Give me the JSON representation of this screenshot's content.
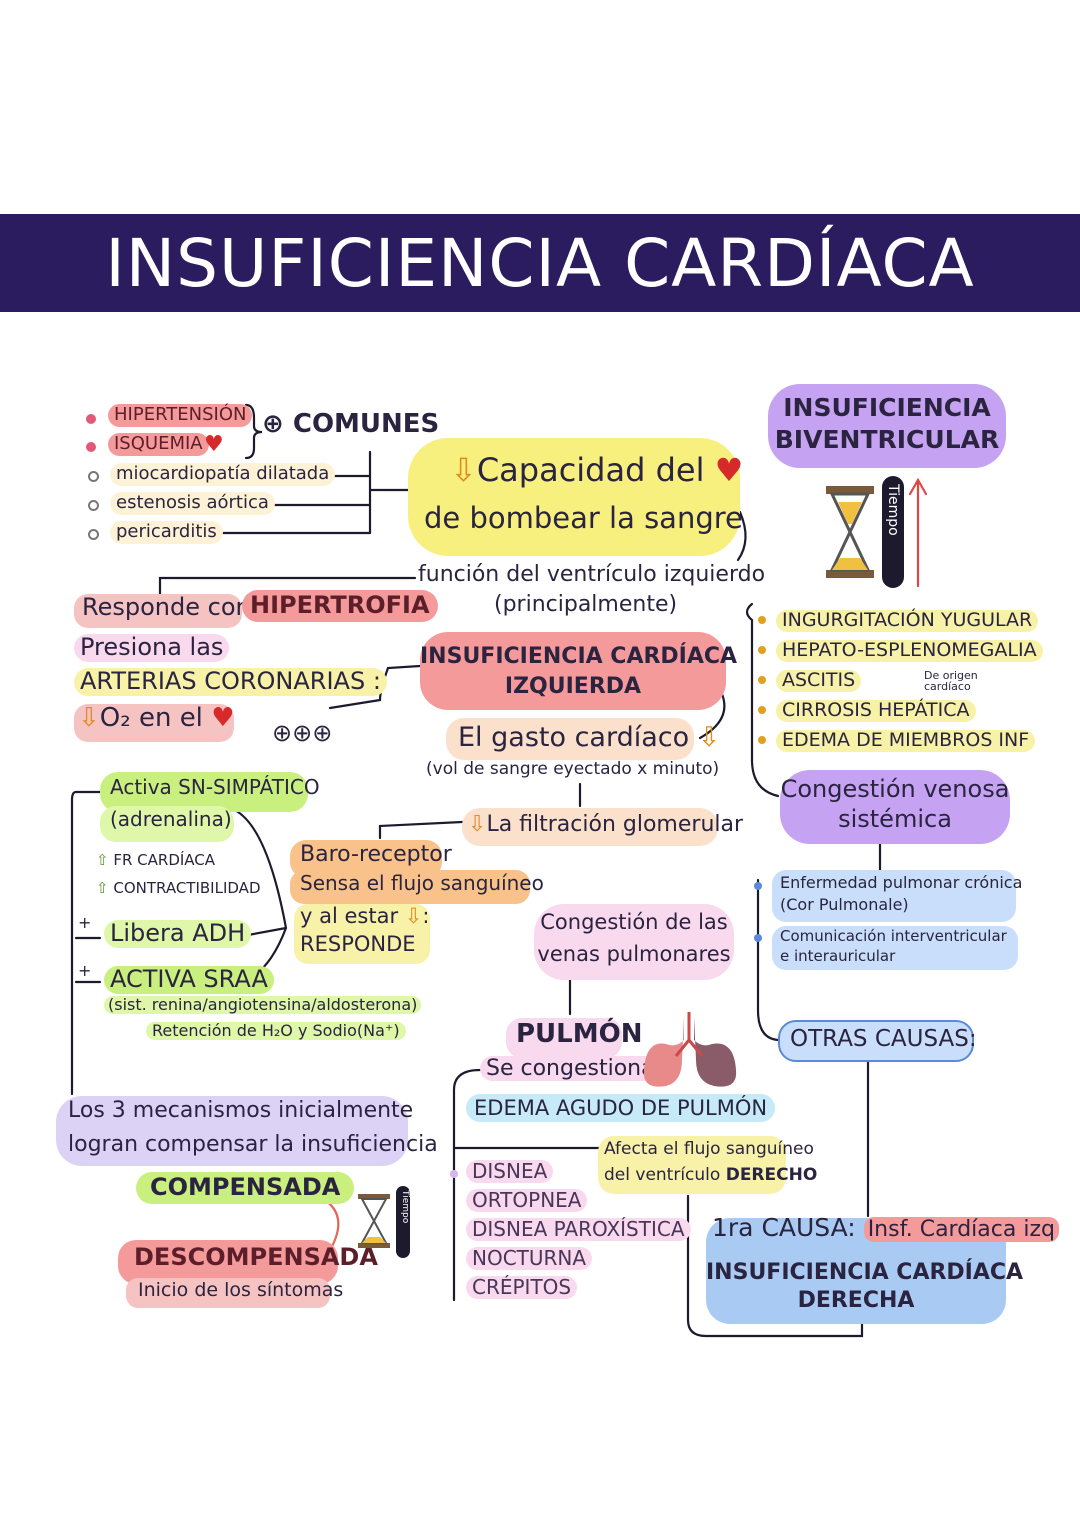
{
  "title": "INSUFICIENCIA CARDÍACA",
  "causes": {
    "common": [
      "HIPERTENSIÓN",
      "ISQUEMIA"
    ],
    "others": [
      "miocardiopatía dilatada",
      "estenosis aórtica",
      "pericarditis"
    ],
    "common_label": "COMUNES"
  },
  "center": {
    "capacity_line1": "Capacidad del",
    "capacity_line2": "de bombear la sangre",
    "function_line1": "función del ventrículo izquierdo",
    "function_line2": "(principalmente)",
    "izq_line1": "INSUFICIENCIA CARDÍACA",
    "izq_line2": "IZQUIERDA",
    "gasto": "El gasto cardíaco",
    "gasto_sub": "(vol de sangre eyectado x minuto)",
    "filtracion": "La filtración glomerular",
    "congestion_line1": "Congestión de las",
    "congestion_line2": "venas pulmonares",
    "pulmon": "PULMÓN",
    "se_congestiona": "Se congestiona",
    "edema": "EDEMA AGUDO DE PULMÓN",
    "afecta_line1": "Afecta el flujo sanguíneo",
    "afecta_line2_a": "del ventrículo",
    "afecta_line2_b": "DERECHO",
    "symptoms": [
      "DISNEA",
      "ORTOPNEA",
      "DISNEA PAROXÍSTICA",
      "NOCTURNA",
      "CRÉPITOS"
    ]
  },
  "left": {
    "responde": "Responde con:",
    "hipertrofia": "HIPERTROFIA",
    "presiona": "Presiona las",
    "arterias": "ARTERIAS CORONARIAS :",
    "o2": "O₂ en el",
    "plus3": "⊕⊕⊕",
    "simpatico_line1": "Activa SN-SIMPÁTICO",
    "simpatico_line2": "(adrenalina)",
    "fr": "FR CARDÍACA",
    "contract": "CONTRACTIBILIDAD",
    "adh": "Libera ADH",
    "sraa": "ACTIVA SRAA",
    "sraa_sub": "(sist. renina/angiotensina/aldosterona)",
    "retencion": "Retención de H₂O y Sodio(Na⁺)",
    "baro_line1": "Baro-receptor",
    "baro_line2": "Sensa el flujo sanguíneo",
    "baro_line3": "y al estar",
    "baro_line4": "RESPONDE",
    "mec_line1": "Los 3 mecanismos inicialmente",
    "mec_line2": "logran compensar la insuficiencia",
    "compensada": "COMPENSADA",
    "descompensada": "DESCOMPENSADA",
    "inicio": "Inicio de los síntomas",
    "tiempo": "Tiempo"
  },
  "right": {
    "biv_line1": "INSUFICIENCIA",
    "biv_line2": "BIVENTRICULAR",
    "tiempo": "Tiempo",
    "signs": [
      "INGURGITACIÓN YUGULAR",
      "HEPATO-ESPLENOMEGALIA",
      "ASCITIS",
      "CIRROSIS HEPÁTICA",
      "EDEMA DE MIEMBROS INF"
    ],
    "origen_line1": "De origen",
    "origen_line2": "cardíaco",
    "venosa_line1": "Congestión venosa",
    "venosa_line2": "sistémica",
    "enf_line1": "Enfermedad pulmonar crónica",
    "enf_line2": "(Cor Pulmonale)",
    "com_line1": "Comunicación interventricular",
    "com_line2": "e interauricular",
    "otras": "OTRAS CAUSAS:",
    "causa_a": "1ra CAUSA:",
    "causa_b": "Insf. Cardíaca izq",
    "der_line1": "INSUFICIENCIA CARDÍACA",
    "der_line2": "DERECHA"
  },
  "colors": {
    "banner": "#2a1c5e",
    "red": "#f59a9a",
    "yellow": "#f8f07e",
    "green": "#c9f07e",
    "purple": "#c6a3f2",
    "blue": "#a9cbf3",
    "orange": "#f9c28a"
  }
}
